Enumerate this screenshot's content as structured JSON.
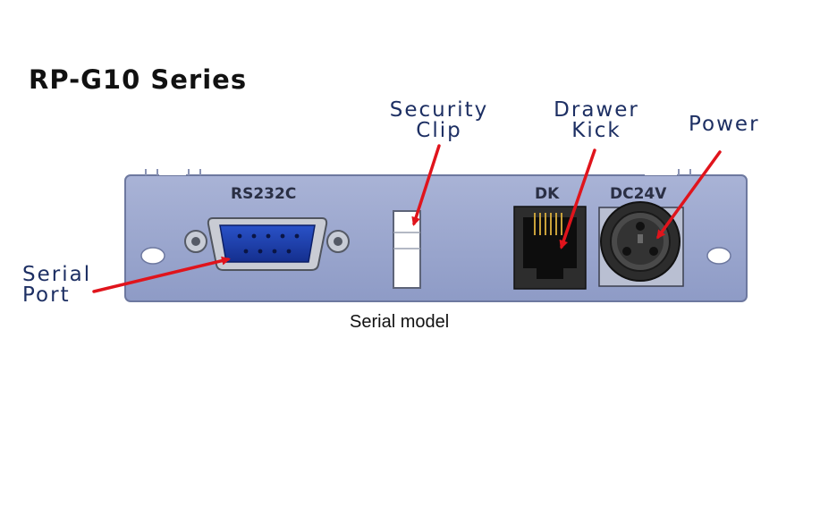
{
  "title": "RP-G10 Series",
  "panel": {
    "rs232_label": "RS232C",
    "dk_label": "DK",
    "dc_label": "DC24V"
  },
  "callouts": {
    "security_clip": [
      "Security",
      "Clip"
    ],
    "drawer_kick": [
      "Drawer",
      "Kick"
    ],
    "power": "Power",
    "serial_port": [
      "Serial",
      "Port"
    ]
  },
  "caption": "Serial model",
  "colors": {
    "panel": "#9aa6cc",
    "connector": "#1a3aa6",
    "arrow": "#e0141c",
    "callout_text": "#1d2f63"
  }
}
